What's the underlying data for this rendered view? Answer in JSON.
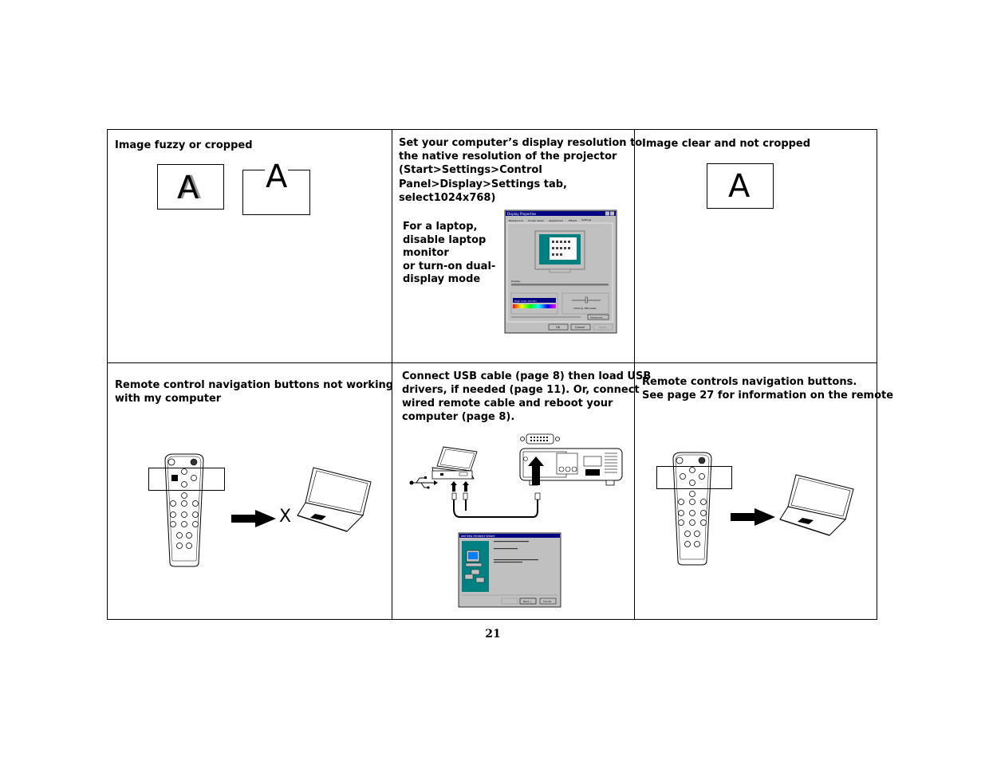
{
  "cells": {
    "r1c1": {
      "text": "Image fuzzy or cropped"
    },
    "r1c2": {
      "line1": "Set your computer’s display resolution to",
      "line2": "the native resolution of the projector",
      "line3": "(Start>Settings>Control",
      "line4": "Panel>Display>Settings tab,",
      "line5": "select1024x768)",
      "laptop1": "For a laptop,",
      "laptop2": "disable laptop",
      "laptop3": "monitor",
      "laptop4": "or turn-on dual-",
      "laptop5": "display mode"
    },
    "r1c3": {
      "text": "Image clear and not cropped"
    },
    "r2c1": {
      "line1": "Remote control navigation buttons not working",
      "line2": "with my computer"
    },
    "r2c2": {
      "line1": "Connect USB cable (page 8) then load USB",
      "line2": "drivers, if needed (page 11). Or, connect",
      "line3": "wired remote cable and reboot your",
      "line4": "computer (page 8)."
    },
    "r2c3": {
      "line1": "Remote controls navigation buttons.",
      "line2": "See page 27 for information on the remote"
    }
  },
  "samples": {
    "letter": "A",
    "x_mark": "X"
  },
  "dialogs": {
    "display_title": "Display Properties",
    "display_tabs": [
      "Background",
      "Screen Saver",
      "Appearance",
      "Effects",
      "Settings"
    ],
    "display_resolution": "1024 by 768 pixels",
    "display_colors": "High Color (16 bit)",
    "display_ok": "OK",
    "display_cancel": "Cancel",
    "display_apply": "Apply",
    "display_advanced": "Advanced...",
    "wizard_title": "Add New Hardware Wizard",
    "wizard_next": "Next >",
    "wizard_cancel": "Cancel"
  },
  "page_number": "21"
}
